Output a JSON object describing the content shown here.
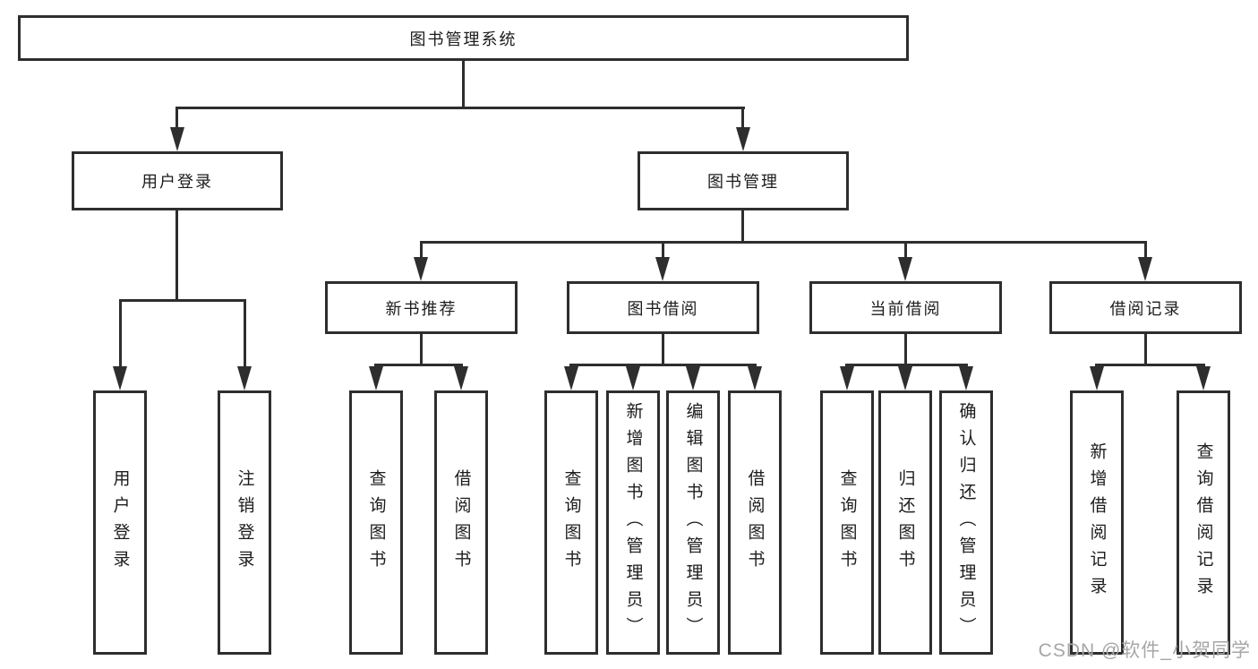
{
  "tree": {
    "root": {
      "label": "图书管理系统"
    },
    "branches": [
      {
        "label": "用户登录",
        "leaves": [
          {
            "label": "用户登录"
          },
          {
            "label": "注销登录"
          }
        ]
      },
      {
        "label": "图书管理",
        "groups": [
          {
            "label": "新书推荐",
            "leaves": [
              {
                "label": "查询图书"
              },
              {
                "label": "借阅图书"
              }
            ]
          },
          {
            "label": "图书借阅",
            "leaves": [
              {
                "label": "查询图书"
              },
              {
                "label": "新增图书（管理员）"
              },
              {
                "label": "编辑图书（管理员）"
              },
              {
                "label": "借阅图书"
              }
            ]
          },
          {
            "label": "当前借阅",
            "leaves": [
              {
                "label": "查询图书"
              },
              {
                "label": "归还图书"
              },
              {
                "label": "确认归还（管理员）"
              }
            ]
          },
          {
            "label": "借阅记录",
            "leaves": [
              {
                "label": "新增借阅记录"
              },
              {
                "label": "查询借阅记录"
              }
            ]
          }
        ]
      }
    ]
  },
  "watermark": "CSDN @软件_小贺同学",
  "colors": {
    "line": "#2e2e2e",
    "text": "#1c1c1c",
    "watermark": "#a6a6a6",
    "bg": "#ffffff"
  }
}
